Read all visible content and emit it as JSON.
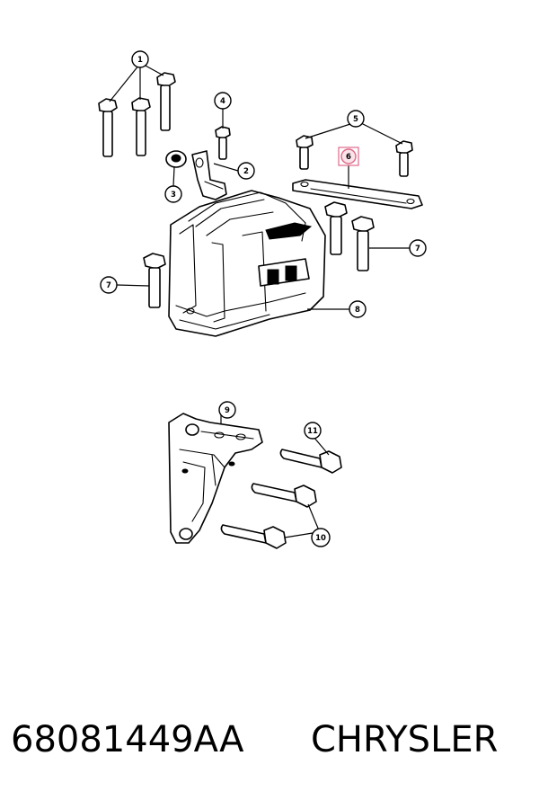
{
  "callouts": {
    "c1": "1",
    "c2": "2",
    "c3": "3",
    "c4": "4",
    "c5": "5",
    "c6": "6",
    "c7a": "7",
    "c7b": "7",
    "c8": "8",
    "c9": "9",
    "c10": "10",
    "c11": "11"
  },
  "highlight_color": "#e06a8a",
  "footer": {
    "part_number": "68081449AA",
    "brand": "CHRYSLER"
  }
}
